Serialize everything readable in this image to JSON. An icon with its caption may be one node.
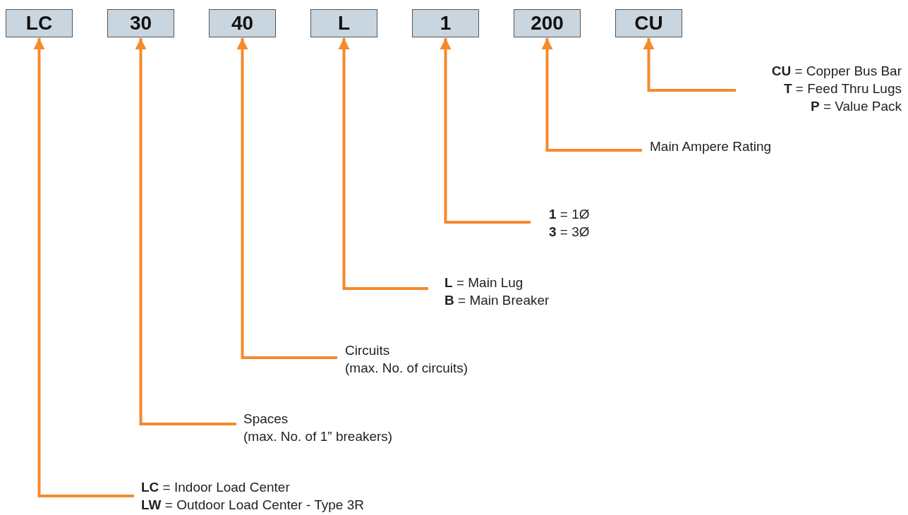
{
  "diagram": {
    "nodes": [
      {
        "text": [
          "LC"
        ]
      },
      {
        "text": [
          "30"
        ]
      },
      {
        "text": [
          "40"
        ]
      },
      {
        "text": [
          "L"
        ]
      },
      {
        "text": [
          "1"
        ]
      },
      {
        "text": [
          "200"
        ]
      },
      {
        "text": [
          "CU"
        ]
      },
      {
        "text": [
          "**CU** = Copper Bus Bar",
          "**T** = Feed Thru Lugs",
          "**P** = Value Pack"
        ]
      },
      {
        "text": [
          "Main Ampere Rating"
        ]
      },
      {
        "text": [
          "**1** = 1Ø",
          "**3** = 3Ø"
        ]
      },
      {
        "text": [
          "**L** = Main Lug",
          "**B** = Main Breaker"
        ]
      },
      {
        "text": [
          "Circuits",
          "(max. No. of circuits)"
        ]
      },
      {
        "text": [
          "Spaces",
          "(max. No. of 1” breakers)"
        ]
      },
      {
        "text": [
          "**LC** = Indoor Load Center",
          "**LW** = Outdoor Load Center - Type 3R"
        ]
      }
    ],
    "edges": [
      {
        "from": 7,
        "to": 6,
        "arrow": "to"
      },
      {
        "from": 8,
        "to": 5,
        "arrow": "to"
      },
      {
        "from": 9,
        "to": 4,
        "arrow": "to"
      },
      {
        "from": 10,
        "to": 3,
        "arrow": "to"
      },
      {
        "from": 11,
        "to": 2,
        "arrow": "to"
      },
      {
        "from": 12,
        "to": 1,
        "arrow": "to"
      },
      {
        "from": 13,
        "to": 0,
        "arrow": "to"
      }
    ]
  }
}
